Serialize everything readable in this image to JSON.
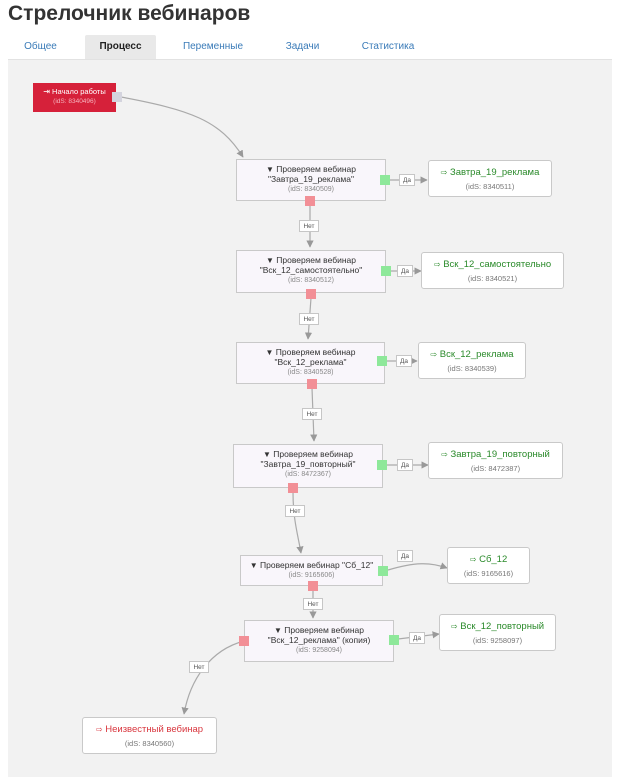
{
  "header": {
    "title": "Стрелочник вебинаров"
  },
  "tabs": [
    {
      "label": "Общее"
    },
    {
      "label": "Процесс"
    },
    {
      "label": "Переменные"
    },
    {
      "label": "Задачи"
    },
    {
      "label": "Статистика"
    }
  ],
  "active_tab": "Процесс",
  "colors": {
    "start": "#d6213a",
    "goal": "#2a8a2a",
    "unknown": "#d9363e",
    "link": "#3a7bb8",
    "port_yes": "#8ee89a",
    "port_no": "#f28f96"
  },
  "start": {
    "icon": "sign-in-icon",
    "label": "Начало работы",
    "id": "(idS: 8340496)"
  },
  "conditions": [
    {
      "line1": "Проверяем вебинар",
      "line2": "\"Завтра_19_реклама\"",
      "id": "(idS: 8340509)"
    },
    {
      "line1": "Проверяем вебинар",
      "line2": "\"Вск_12_самостоятельно\"",
      "id": "(idS: 8340512)"
    },
    {
      "line1": "Проверяем вебинар",
      "line2": "\"Вск_12_реклама\"",
      "id": "(idS: 8340528)"
    },
    {
      "line1": "Проверяем вебинар",
      "line2": "\"Завтра_19_повторный\"",
      "id": "(idS: 8472367)"
    },
    {
      "line1": "Проверяем вебинар \"Сб_12\"",
      "line2": "",
      "id": "(idS: 9165606)"
    },
    {
      "line1": "Проверяем вебинар",
      "line2": "\"Вск_12_реклама\" (копия)",
      "id": "(idS: 9258094)"
    }
  ],
  "goals": [
    {
      "label": "Завтра_19_реклама",
      "id": "(idS: 8340511)"
    },
    {
      "label": "Вск_12_самостоятельно",
      "id": "(idS: 8340521)"
    },
    {
      "label": "Вск_12_реклама",
      "id": "(idS: 8340539)"
    },
    {
      "label": "Завтра_19_повторный",
      "id": "(idS: 8472387)"
    },
    {
      "label": "Сб_12",
      "id": "(idS: 9165616)"
    },
    {
      "label": "Вск_12_повторный",
      "id": "(idS: 9258097)"
    },
    {
      "label": "Неизвестный вебинар",
      "id": "(idS: 8340560)"
    }
  ],
  "edge_labels": {
    "yes": "Да",
    "no": "Нет"
  },
  "icons": {
    "condition": "filter-icon",
    "goal": "sign-out-icon"
  }
}
